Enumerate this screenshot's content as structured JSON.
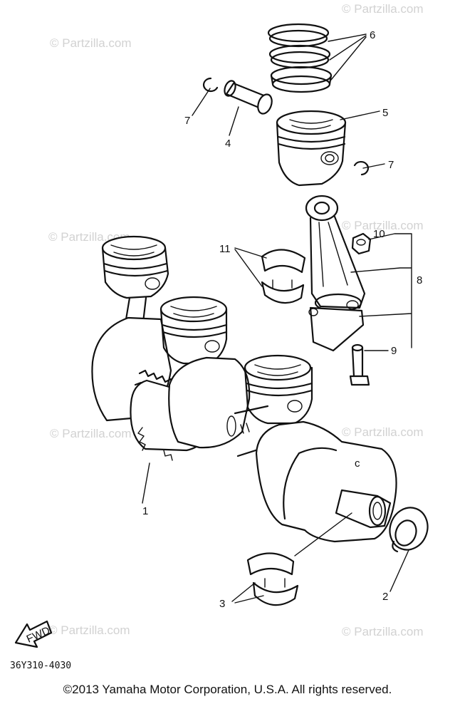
{
  "watermark": "© Partzilla.com",
  "part_code": "36Y310-4030",
  "fwd_label": "FWD",
  "callouts": {
    "c1": "1",
    "c2": "2",
    "c3": "3",
    "c4": "4",
    "c5": "5",
    "c6": "6",
    "c7a": "7",
    "c7b": "7",
    "c8": "8",
    "c9": "9",
    "c10": "10",
    "c11": "11"
  },
  "copyright": "©2013  Yamaha Motor Corporation, U.S.A. All rights reserved."
}
